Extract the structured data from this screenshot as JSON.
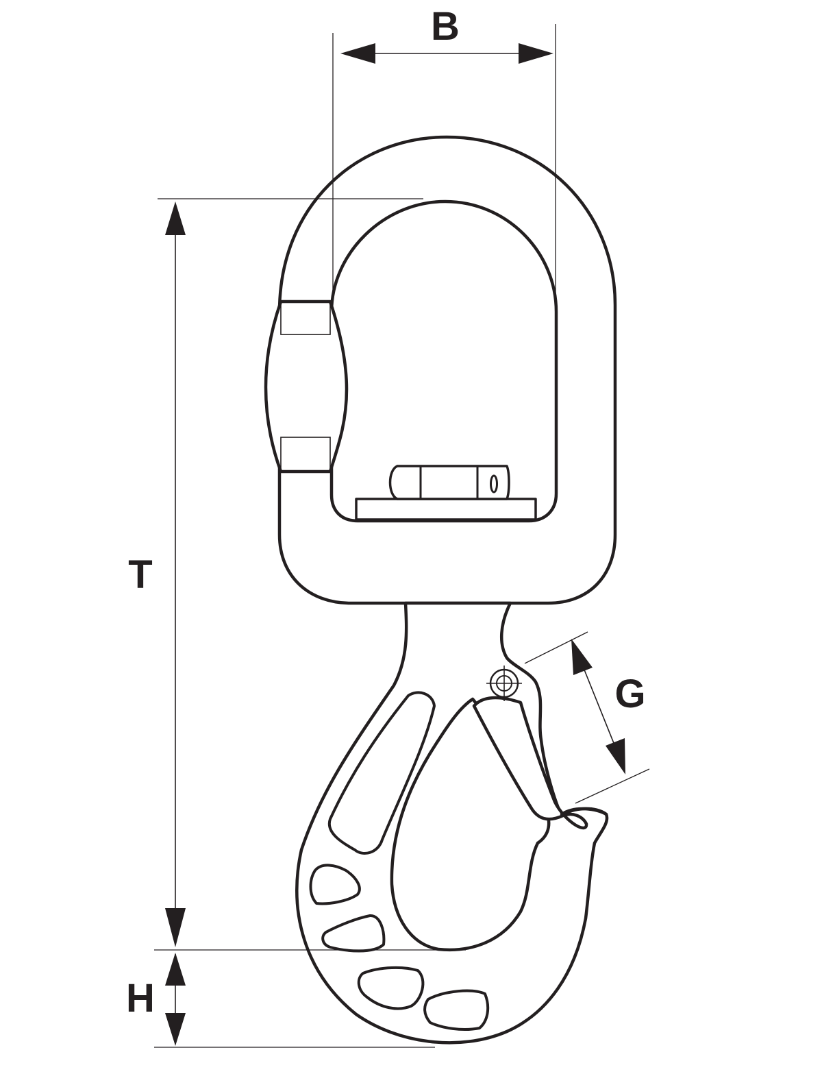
{
  "drawing": {
    "subject": "swivel-safety-hook",
    "line_color": "#231f20",
    "background": "#ffffff"
  },
  "dimensions": {
    "B": "B",
    "T": "T",
    "G": "G",
    "H": "H"
  }
}
